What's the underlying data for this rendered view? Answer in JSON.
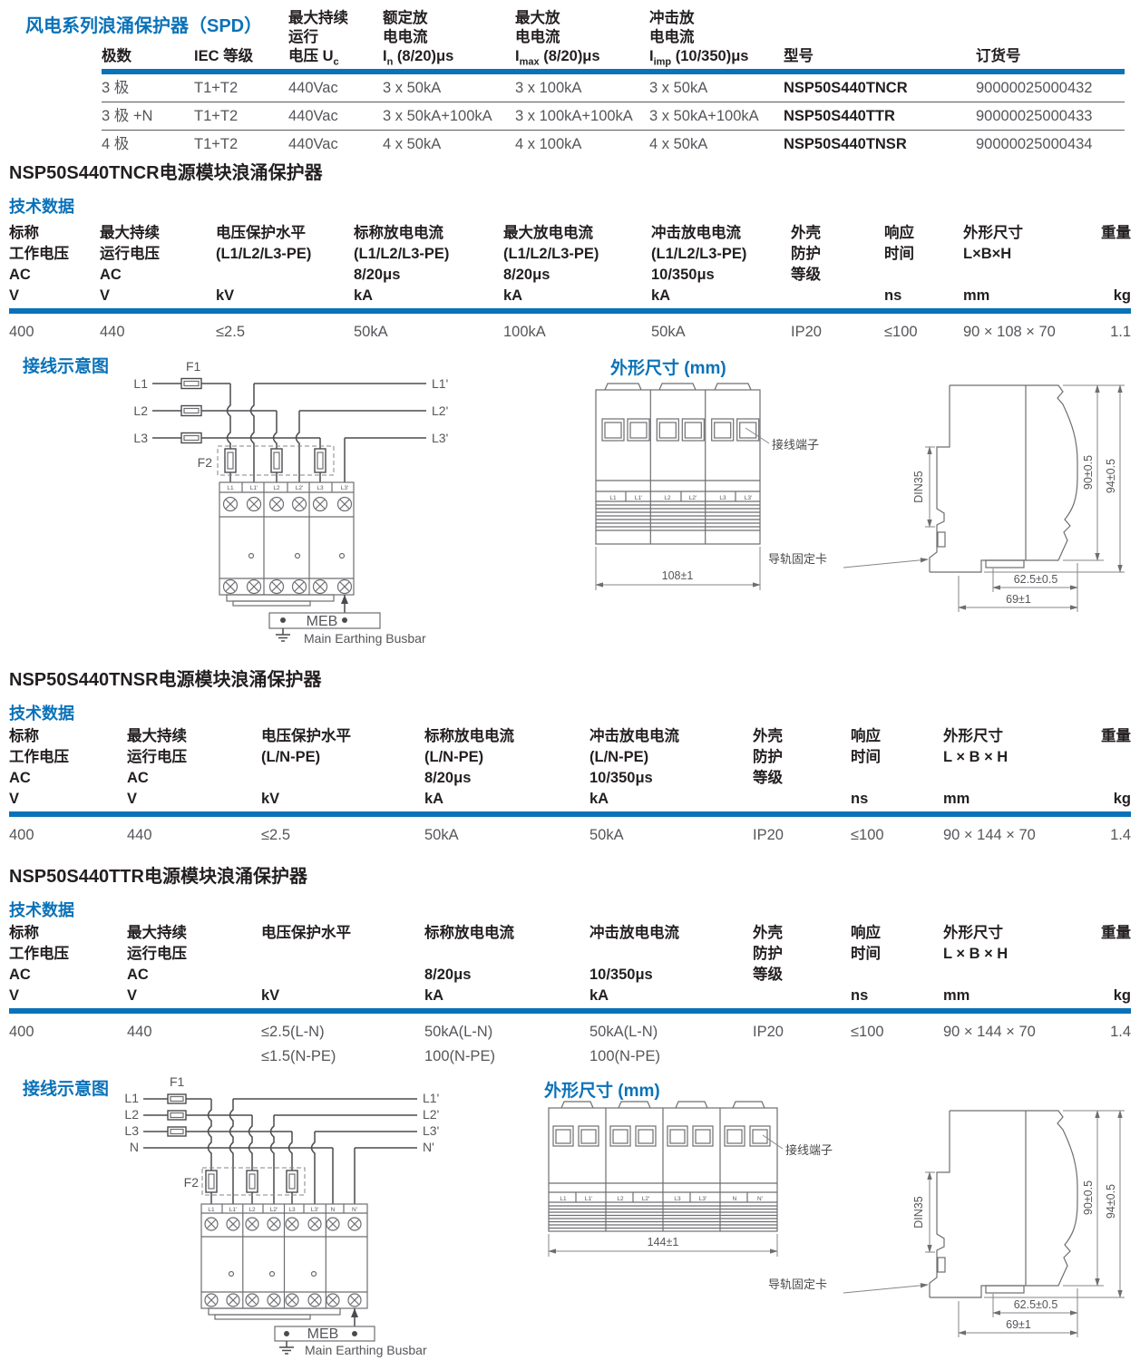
{
  "colors": {
    "accent_blue": "#0a72b8",
    "heading_black": "#231f20",
    "value_gray": "#55565a",
    "line_gray": "#6d6e71"
  },
  "family": {
    "title": "风电系列浪涌保护器（SPD）",
    "h": {
      "poles": "极数",
      "iec": "IEC 等级",
      "uc_l1": "最大持续",
      "uc_l2": "运行",
      "uc_l3m": "电压 U",
      "uc_l3s": "c",
      "in_l1": "额定放",
      "in_l2": "电电流",
      "in_l3m": "I",
      "in_l3s": "n",
      "in_l3t": " (8/20)μs",
      "imax_l1": "最大放",
      "imax_l2": "电电流",
      "imax_l3m": "I",
      "imax_l3s": "max",
      "imax_l3t": " (8/20)μs",
      "iimp_l1": "冲击放",
      "iimp_l2": "电电流",
      "iimp_l3m": "I",
      "iimp_l3s": "imp",
      "iimp_l3t": " (10/350)μs",
      "model": "型号",
      "order": "订货号"
    },
    "rows": [
      [
        "3 极",
        "T1+T2",
        "440Vac",
        "3 x 50kA",
        "3 x 100kA",
        "3 x 50kA",
        "NSP50S440TNCR",
        "90000025000432"
      ],
      [
        "3 极 +N",
        "T1+T2",
        "440Vac",
        "3 x 50kA+100kA",
        "3 x 100kA+100kA",
        "3 x 50kA+100kA",
        "NSP50S440TTR",
        "90000025000433"
      ],
      [
        "4 极",
        "T1+T2",
        "440Vac",
        "4 x 50kA",
        "4 x 100kA",
        "4 x 50kA",
        "NSP50S440TNSR",
        "90000025000434"
      ]
    ]
  },
  "sec1": {
    "heading": "NSP50S440TNCR电源模块浪涌保护器",
    "tech_label": "技术数据",
    "cols": [
      [
        "标称",
        "工作电压",
        "AC",
        "V"
      ],
      [
        "最大持续",
        "运行电压",
        "AC",
        "V"
      ],
      [
        "电压保护水平",
        "(L1/L2/L3-PE)",
        "",
        "kV"
      ],
      [
        "标称放电电流",
        "(L1/L2/L3-PE)",
        "8/20μs",
        "kA"
      ],
      [
        "最大放电电流",
        "(L1/L2/L3-PE)",
        "8/20μs",
        "kA"
      ],
      [
        "冲击放电电流",
        "(L1/L2/L3-PE)",
        "10/350μs",
        "kA"
      ],
      [
        "外壳",
        "防护",
        "等级",
        ""
      ],
      [
        "响应",
        "时间",
        "",
        "ns"
      ],
      [
        "外形尺寸",
        "L×B×H",
        "",
        "mm"
      ],
      [
        "重量",
        "",
        "",
        "kg"
      ]
    ],
    "vals": [
      "400",
      "440",
      "≤2.5",
      "50kA",
      "100kA",
      "50kA",
      "IP20",
      "≤100",
      "90 × 108 × 70",
      "1.1"
    ]
  },
  "sec2": {
    "heading": "NSP50S440TNSR电源模块浪涌保护器",
    "tech_label": "技术数据",
    "cols": [
      [
        "标称",
        "工作电压",
        "AC",
        "V"
      ],
      [
        "最大持续",
        "运行电压",
        "AC",
        "V"
      ],
      [
        "电压保护水平",
        "(L/N-PE)",
        "",
        "kV"
      ],
      [
        "标称放电电流",
        "(L/N-PE)",
        "8/20μs",
        "kA"
      ],
      [
        "冲击放电电流",
        "(L/N-PE)",
        "10/350μs",
        "kA"
      ],
      [
        "外壳",
        "防护",
        "等级",
        ""
      ],
      [
        "响应",
        "时间",
        "",
        "ns"
      ],
      [
        "外形尺寸",
        "L × B × H",
        "",
        "mm"
      ],
      [
        "重量",
        "",
        "",
        "kg"
      ]
    ],
    "vals": [
      "400",
      "440",
      "≤2.5",
      "50kA",
      "50kA",
      "IP20",
      "≤100",
      "90 × 144 × 70",
      "1.4"
    ]
  },
  "sec3": {
    "heading": "NSP50S440TTR电源模块浪涌保护器",
    "tech_label": "技术数据",
    "cols": [
      [
        "标称",
        "工作电压",
        "AC",
        "V"
      ],
      [
        "最大持续",
        "运行电压",
        "AC",
        "V"
      ],
      [
        "电压保护水平",
        "",
        "",
        "kV"
      ],
      [
        "标称放电电流",
        "",
        "8/20μs",
        "kA"
      ],
      [
        "冲击放电电流",
        "",
        "10/350μs",
        "kA"
      ],
      [
        "外壳",
        "防护",
        "等级",
        ""
      ],
      [
        "响应",
        "时间",
        "",
        "ns"
      ],
      [
        "外形尺寸",
        "L × B × H",
        "",
        "mm"
      ],
      [
        "重量",
        "",
        "",
        "kg"
      ]
    ],
    "vals": [
      "400",
      "440",
      "≤2.5(L-N)",
      "50kA(L-N)",
      "50kA(L-N)",
      "IP20",
      "≤100",
      "90 × 144 × 70",
      "1.4"
    ],
    "vals2": [
      "",
      "",
      "≤1.5(N-PE)",
      "100(N-PE)",
      "100(N-PE)",
      "",
      "",
      "",
      ""
    ]
  },
  "wiring": {
    "heading": "接线示意图",
    "f1": "F1",
    "f2": "F2",
    "l1": "L1",
    "l2": "L2",
    "l3": "L3",
    "n": "N",
    "l1o": "L1'",
    "l2o": "L2'",
    "l3o": "L3'",
    "no": "N'",
    "meb": "MEB",
    "meb_full": "Main Earthing Busbar"
  },
  "dims": {
    "heading": "外形尺寸 (mm)",
    "w3": "108±1",
    "w4": "144±1",
    "h_body": "90±0.5",
    "h_total": "94±0.5",
    "din": "DIN35",
    "depth1": "62.5±0.5",
    "depth2": "69±1",
    "terminal": "接线端子",
    "rail_clip": "导轨固定卡"
  }
}
